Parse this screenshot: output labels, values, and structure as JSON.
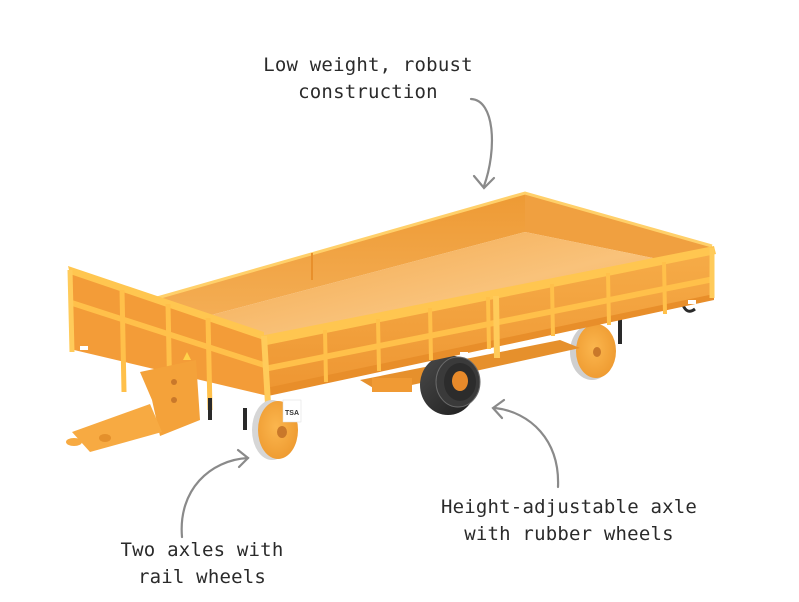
{
  "diagram": {
    "subject": "Orange rail/road flatbed trailer wagon",
    "plate_text": "TSA",
    "colors": {
      "body": "#F5A23A",
      "body_light": "#FFC24E",
      "body_shadow": "#E08A26",
      "floor": "#F7B865",
      "rail_wheel": "#F3A43C",
      "rubber_tire": "#2B2B2B",
      "arrow": "#8A8A8A",
      "text": "#2A2A2A"
    },
    "annotations": [
      {
        "id": "top",
        "lines": [
          "Low weight, robust",
          "construction"
        ],
        "points_to": "cargo bed"
      },
      {
        "id": "left",
        "lines": [
          "Two axles with",
          "rail wheels"
        ],
        "points_to": "front rail wheel"
      },
      {
        "id": "right",
        "lines": [
          "Height-adjustable axle",
          "with rubber wheels"
        ],
        "points_to": "rubber tire wheel"
      }
    ]
  }
}
